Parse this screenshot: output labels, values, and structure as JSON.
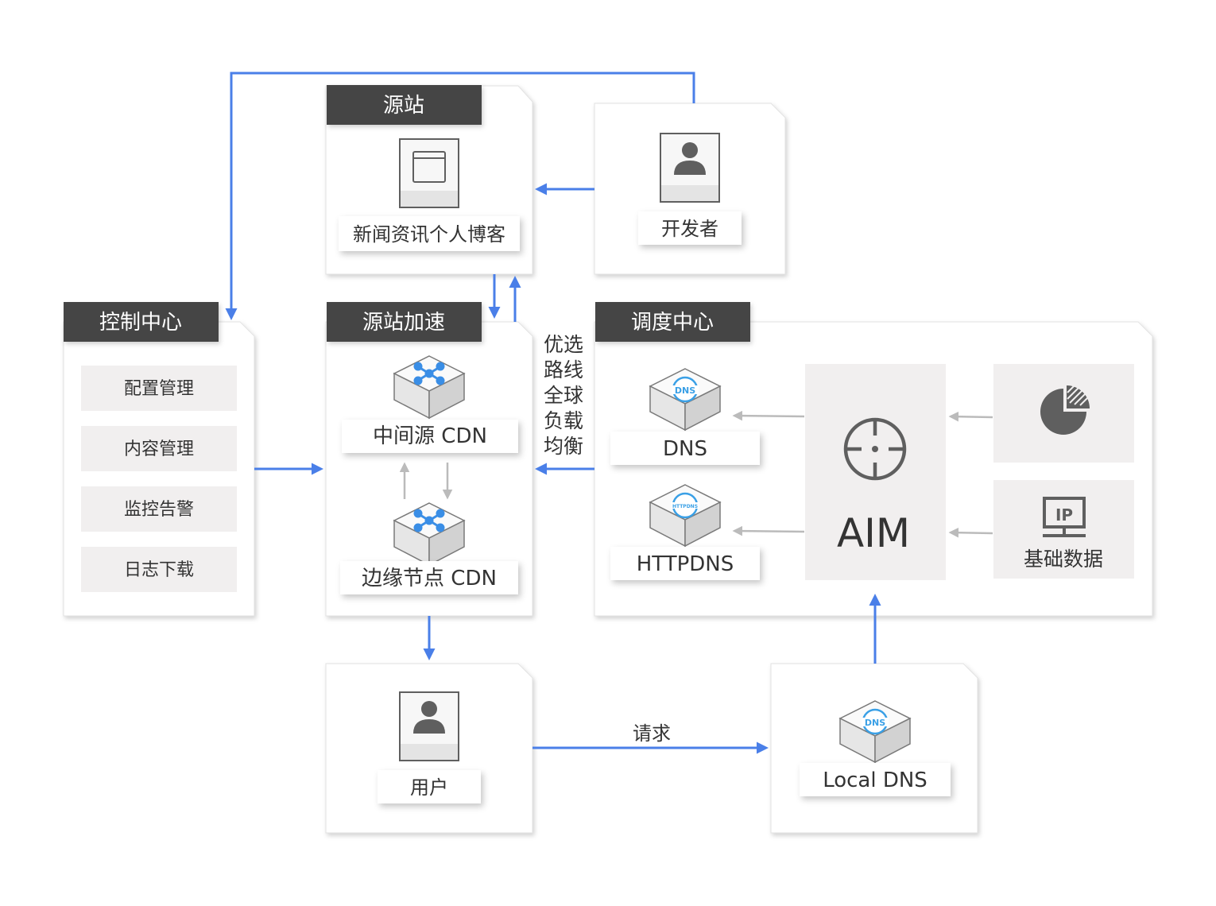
{
  "colors": {
    "accent": "#4a7fe8",
    "title_bg": "#454545",
    "arrow_gray": "#bbbbbb",
    "panel_border": "#dddddd",
    "menu_bg": "#f1efef",
    "icon_gray": "#5f5f5f",
    "dns_icon": "#3aa0e6"
  },
  "origin": {
    "title": "源站",
    "site_label": "新闻资讯个人博客"
  },
  "developer": {
    "label": "开发者"
  },
  "control_center": {
    "title": "控制中心",
    "items": [
      "配置管理",
      "内容管理",
      "监控告警",
      "日志下载"
    ]
  },
  "acceleration": {
    "title": "源站加速",
    "mid_label": "中间源 CDN",
    "edge_label": "边缘节点 CDN"
  },
  "route_note": [
    "优选",
    "路线",
    "全球",
    "负载",
    "均衡"
  ],
  "dispatch": {
    "title": "调度中心",
    "dns_label": "DNS",
    "httpdns_label": "HTTPDNS",
    "aim_label": "AIM",
    "base_data_label": "基础数据",
    "ip_badge": "IP",
    "dns_badge": "DNS",
    "httpdns_badge": "HTTPDNS"
  },
  "user": {
    "label": "用户"
  },
  "request_label": "请求",
  "local_dns": {
    "label": "Local DNS",
    "badge": "DNS"
  },
  "icons": [
    "browser-window-icon",
    "person-icon",
    "network-node-icon",
    "dns-globe-icon",
    "httpdns-icon",
    "target-crosshair-icon",
    "pie-chart-icon",
    "ip-monitor-icon"
  ]
}
